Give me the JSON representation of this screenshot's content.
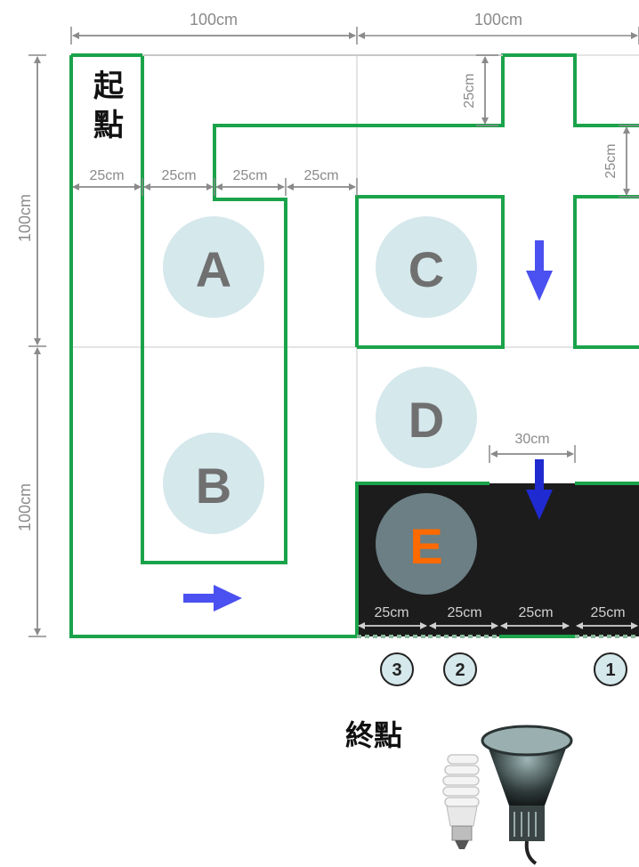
{
  "labels": {
    "start_line1": "起",
    "start_line2": "點",
    "finish": "終點"
  },
  "zones": [
    "A",
    "B",
    "C",
    "D",
    "E"
  ],
  "dimensions": {
    "top_left": "100cm",
    "top_right": "100cm",
    "left_top": "100cm",
    "left_bottom": "100cm",
    "col_25_a": "25cm",
    "col_25_b": "25cm",
    "col_25_c": "25cm",
    "col_25_d": "25cm",
    "right_25_top": "25cm",
    "right_25_mid": "25cm",
    "gap_30": "30cm",
    "bottom_25_a": "25cm",
    "bottom_25_b": "25cm",
    "bottom_25_c": "25cm",
    "bottom_25_d": "25cm"
  },
  "markers": [
    "3",
    "2",
    "1"
  ],
  "colors": {
    "wall": "#1aa34a",
    "zone_circle": "#d5e8ec",
    "zone_text": "#707070",
    "zone_e_text": "#ff6a00",
    "arrow": "#4b50f0",
    "arrow_dark": "#1f2ad0",
    "dark_area": "#1c1c1c",
    "dimension": "#8a8a8a"
  },
  "icons": [
    "arrow-right-icon",
    "arrow-down-icon",
    "cfl-bulb-icon",
    "spotlight-bulb-icon"
  ]
}
